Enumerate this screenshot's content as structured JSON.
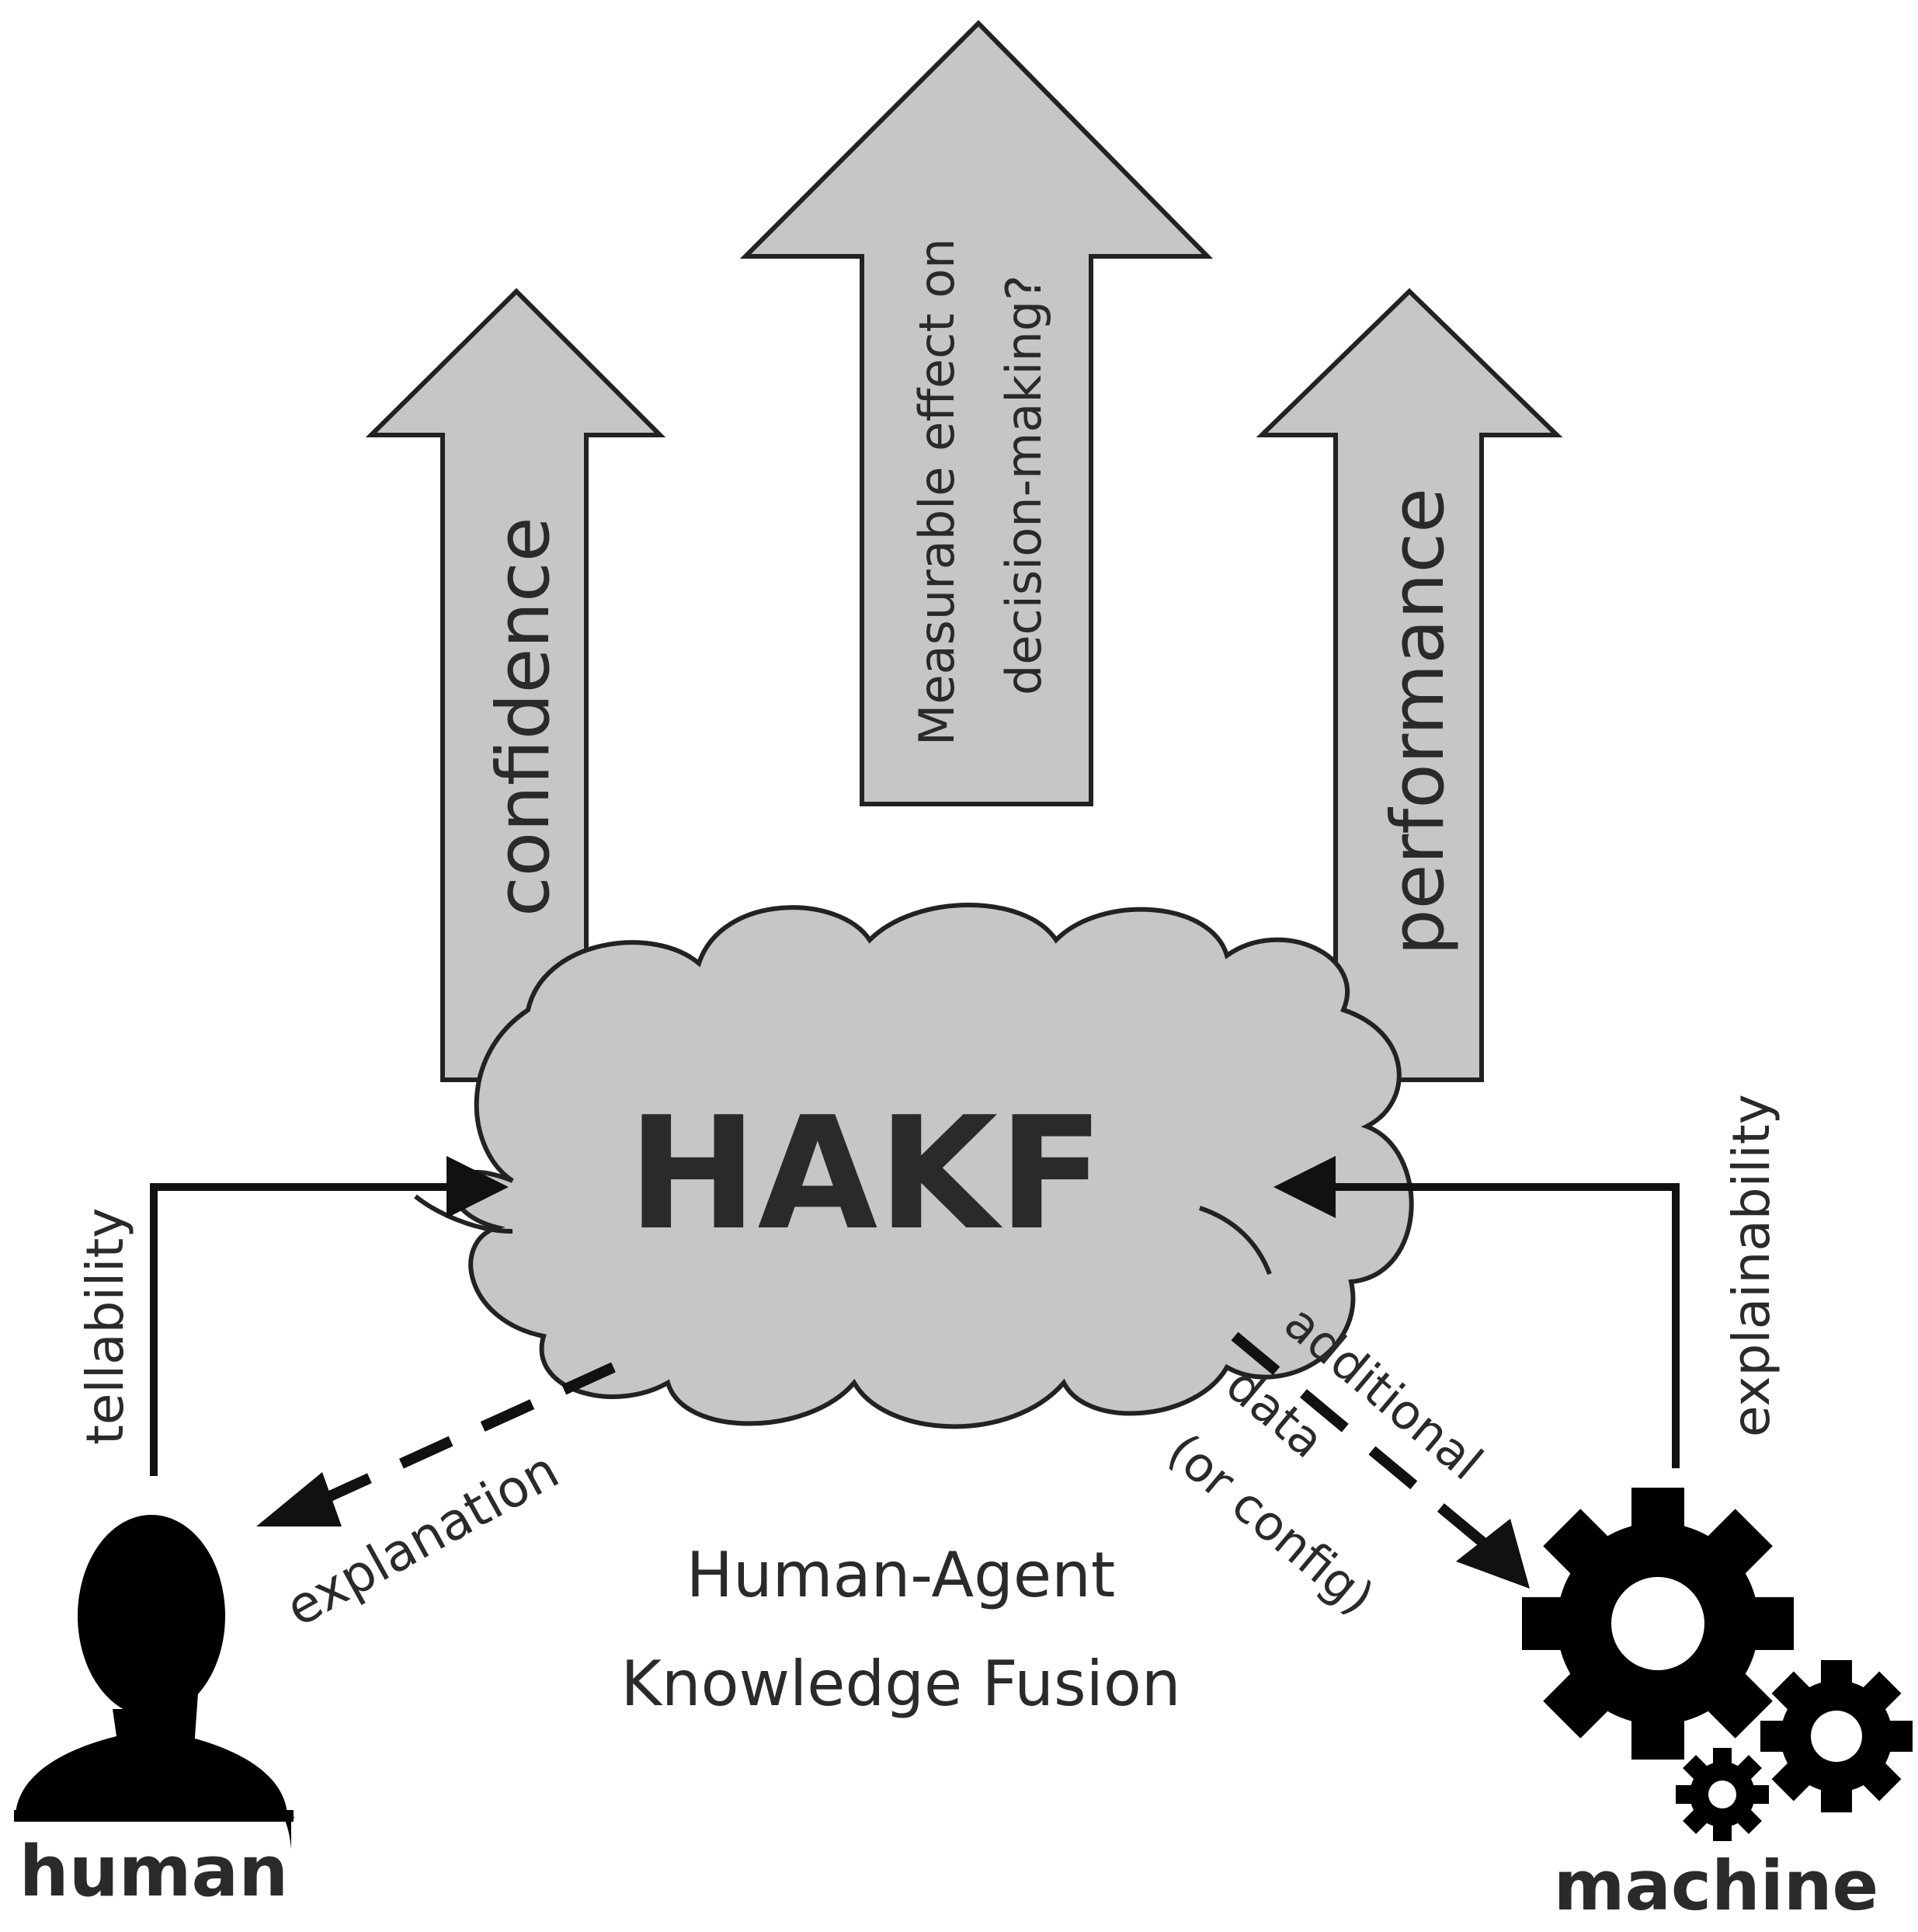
{
  "arrows": {
    "left": "confidence",
    "center_line1": "Measurable effect on",
    "center_line2": "decision-making?",
    "right": "performance"
  },
  "cloud": {
    "label": "HAKF"
  },
  "subtitle": {
    "line1": "Human-Agent",
    "line2": "Knowledge Fusion"
  },
  "human": {
    "label": "human",
    "tellability": "tellability",
    "explanation": "explanation"
  },
  "machine": {
    "label": "machine",
    "explainability": "explainability",
    "additional_line1": "additional",
    "additional_line2": "data",
    "additional_line3": "(or config)"
  },
  "colors": {
    "fill": "#c6c6c6",
    "stroke": "#222222",
    "text": "#2a2a2a"
  },
  "icons": {
    "human": "person-silhouette-icon",
    "machine": "gears-icon"
  }
}
